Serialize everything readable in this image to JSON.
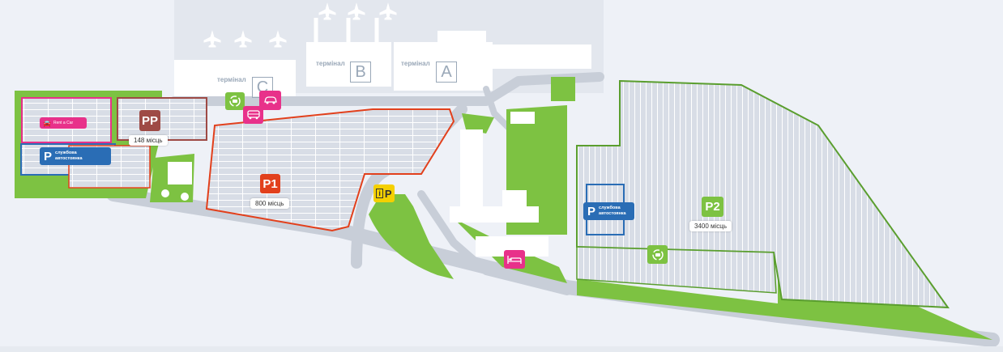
{
  "colors": {
    "background": "#eef1f7",
    "grass": "#7dc242",
    "road": "#c8ced8",
    "building": "#ffffff",
    "p1_red": "#e2401c",
    "pp_brown": "#9e4a45",
    "p2_green": "#7dc242",
    "service_blue": "#2a6db5",
    "pink": "#e8318a",
    "info_yellow": "#f5d000"
  },
  "terminals": [
    {
      "label": "термінал",
      "letter": "C"
    },
    {
      "label": "термінал",
      "letter": "B"
    },
    {
      "label": "термінал",
      "letter": "A"
    }
  ],
  "parkings": {
    "pp": {
      "code": "PP",
      "capacity": "148 місць"
    },
    "p1": {
      "code": "P1",
      "capacity": "800 місць"
    },
    "p2": {
      "code": "P2",
      "capacity": "3400 місць"
    }
  },
  "service_parking": {
    "p": "P",
    "text": "службова\nавтостоянка"
  },
  "rent_a_car": "Rent a Car",
  "info_parking": {
    "i": "i",
    "p": "P"
  },
  "icons": [
    "airplane-icon",
    "car-icon",
    "bus-icon",
    "shuttle-icon",
    "hotel-bed-icon",
    "info-icon",
    "parking-icon"
  ]
}
